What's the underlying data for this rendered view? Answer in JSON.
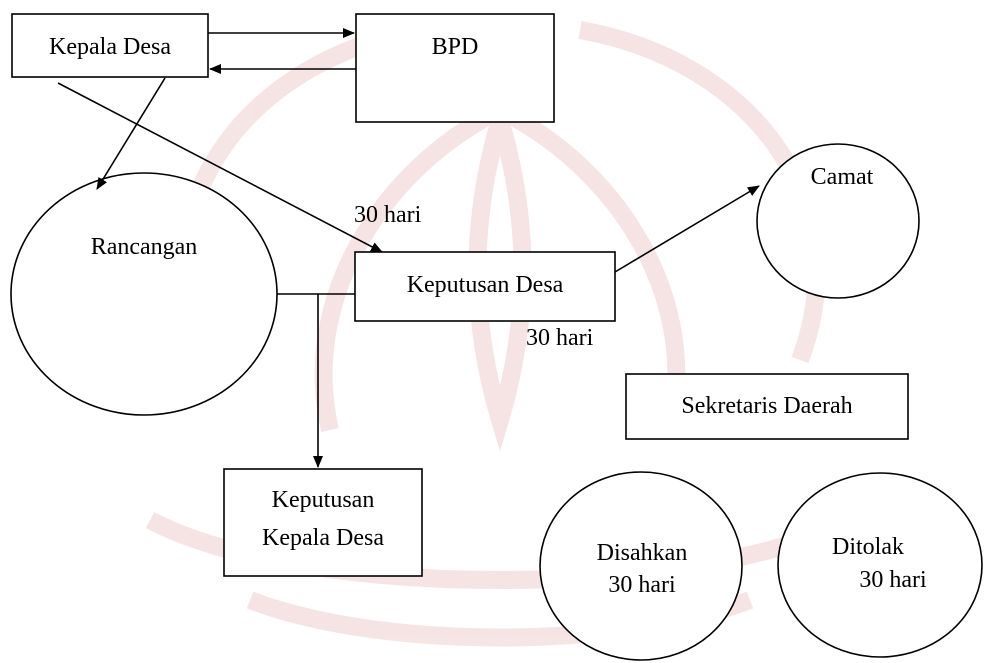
{
  "diagram": {
    "nodes": {
      "kepala_desa": "Kepala Desa",
      "bpd": "BPD",
      "rancangan": "Rancangan",
      "camat": "Camat",
      "keputusan_desa": "Keputusan Desa",
      "sekretaris_daerah": "Sekretaris Daerah",
      "keputusan_kepala_desa": [
        "Keputusan",
        "Kepala Desa"
      ],
      "disahkan": [
        "Disahkan",
        "30 hari"
      ],
      "ditolak": [
        "Ditolak",
        "30 hari"
      ]
    },
    "edge_labels": {
      "to_keputusan_desa": "30 hari",
      "below_keputusan_desa": "30 hari"
    },
    "colors": {
      "ink": "#000000",
      "watermark": "#f6e0e0"
    }
  }
}
